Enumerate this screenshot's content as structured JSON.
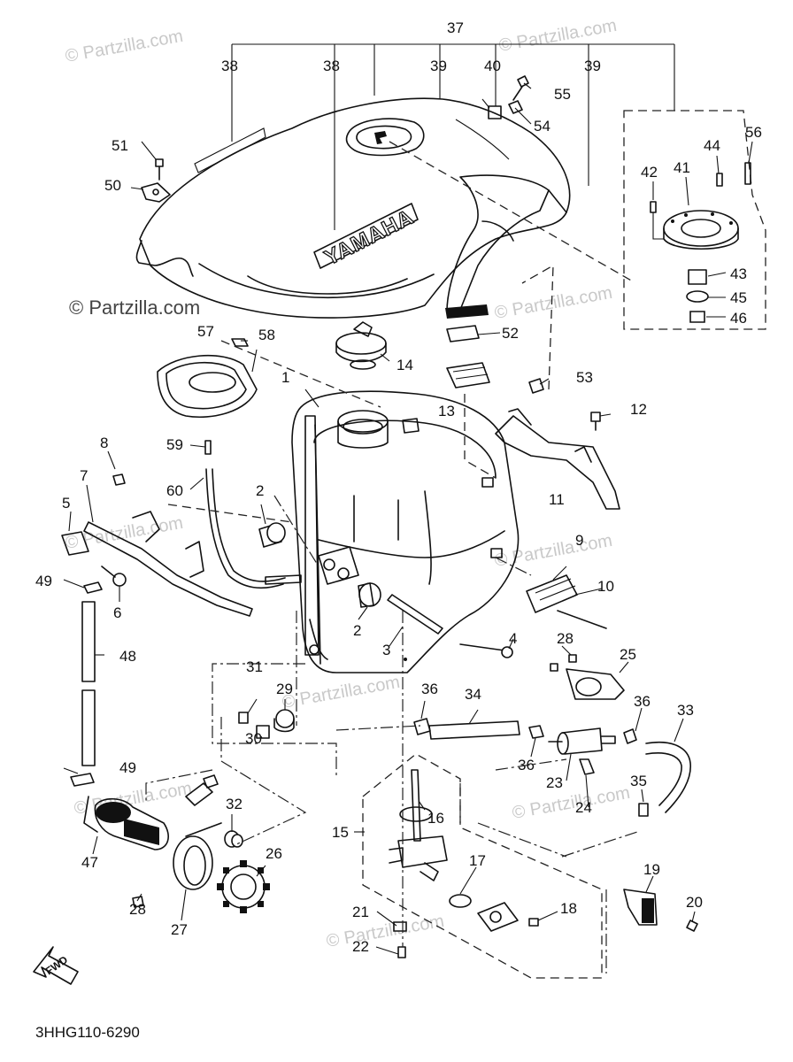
{
  "diagram": {
    "part_numbers": [
      "1",
      "2",
      "2",
      "3",
      "4",
      "5",
      "6",
      "7",
      "8",
      "9",
      "10",
      "11",
      "12",
      "13",
      "14",
      "15",
      "16",
      "17",
      "18",
      "19",
      "20",
      "21",
      "22",
      "23",
      "24",
      "25",
      "26",
      "27",
      "28",
      "28",
      "29",
      "30",
      "31",
      "32",
      "33",
      "34",
      "35",
      "36",
      "36",
      "36",
      "37",
      "38",
      "38",
      "39",
      "39",
      "40",
      "41",
      "42",
      "43",
      "44",
      "45",
      "46",
      "47",
      "48",
      "49",
      "49",
      "50",
      "51",
      "52",
      "53",
      "54",
      "55",
      "56",
      "57",
      "58",
      "59",
      "60"
    ],
    "diagram_code": "3HHG110-6290",
    "tank_logo": "YAMAHA",
    "fwd_label": "FWD",
    "watermarks": [
      "© Partzilla.com",
      "© Partzilla.com",
      "© Partzilla.com",
      "© Partzilla.com",
      "© Partzilla.com",
      "© Partzilla.com",
      "© Partzilla.com",
      "© Partzilla.com",
      "© Partzilla.com",
      "© Partzilla.com"
    ]
  }
}
